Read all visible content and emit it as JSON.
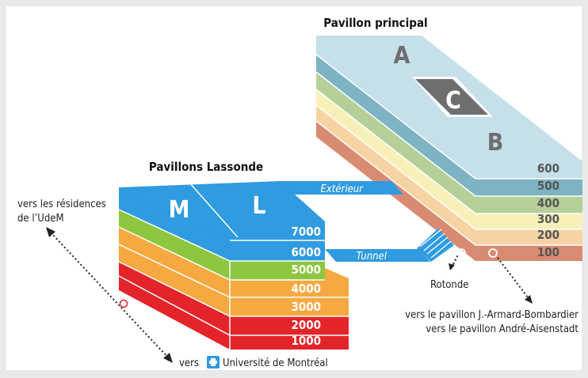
{
  "main_building": {
    "title": "Pavillon principal",
    "sections": {
      "a": "A",
      "b": "B",
      "c": "C"
    },
    "floors": [
      "600",
      "500",
      "400",
      "300",
      "200",
      "100"
    ],
    "colors": [
      "#c6e0ea",
      "#7eb3c3",
      "#b5cf99",
      "#f7f1b9",
      "#f7d3a4",
      "#d98b72"
    ]
  },
  "lassonde": {
    "title": "Pavillons Lassonde",
    "sections": {
      "m": "M",
      "l": "L"
    },
    "floors": [
      "7000",
      "6000",
      "5000",
      "4000",
      "3000",
      "2000",
      "1000"
    ],
    "colors": [
      "#2f9be0",
      "#2f9be0",
      "#8dc63f",
      "#f7a941",
      "#f7a941",
      "#e3242b",
      "#e3242b"
    ]
  },
  "connectors": {
    "exterior": "Extérieur",
    "tunnel": "Tunnel"
  },
  "notes": {
    "residences_line1": "vers les résidences",
    "residences_line2": "de l’UdeM",
    "rotonde": "Rotonde",
    "bombardier": "vers le pavillon J.-Armard-Bombardier",
    "aisenstadt": "vers le pavillon André-Aisenstadt",
    "vers": "vers",
    "universite": "Université de Montréal",
    "logo_icon": "udem-logo-icon"
  }
}
